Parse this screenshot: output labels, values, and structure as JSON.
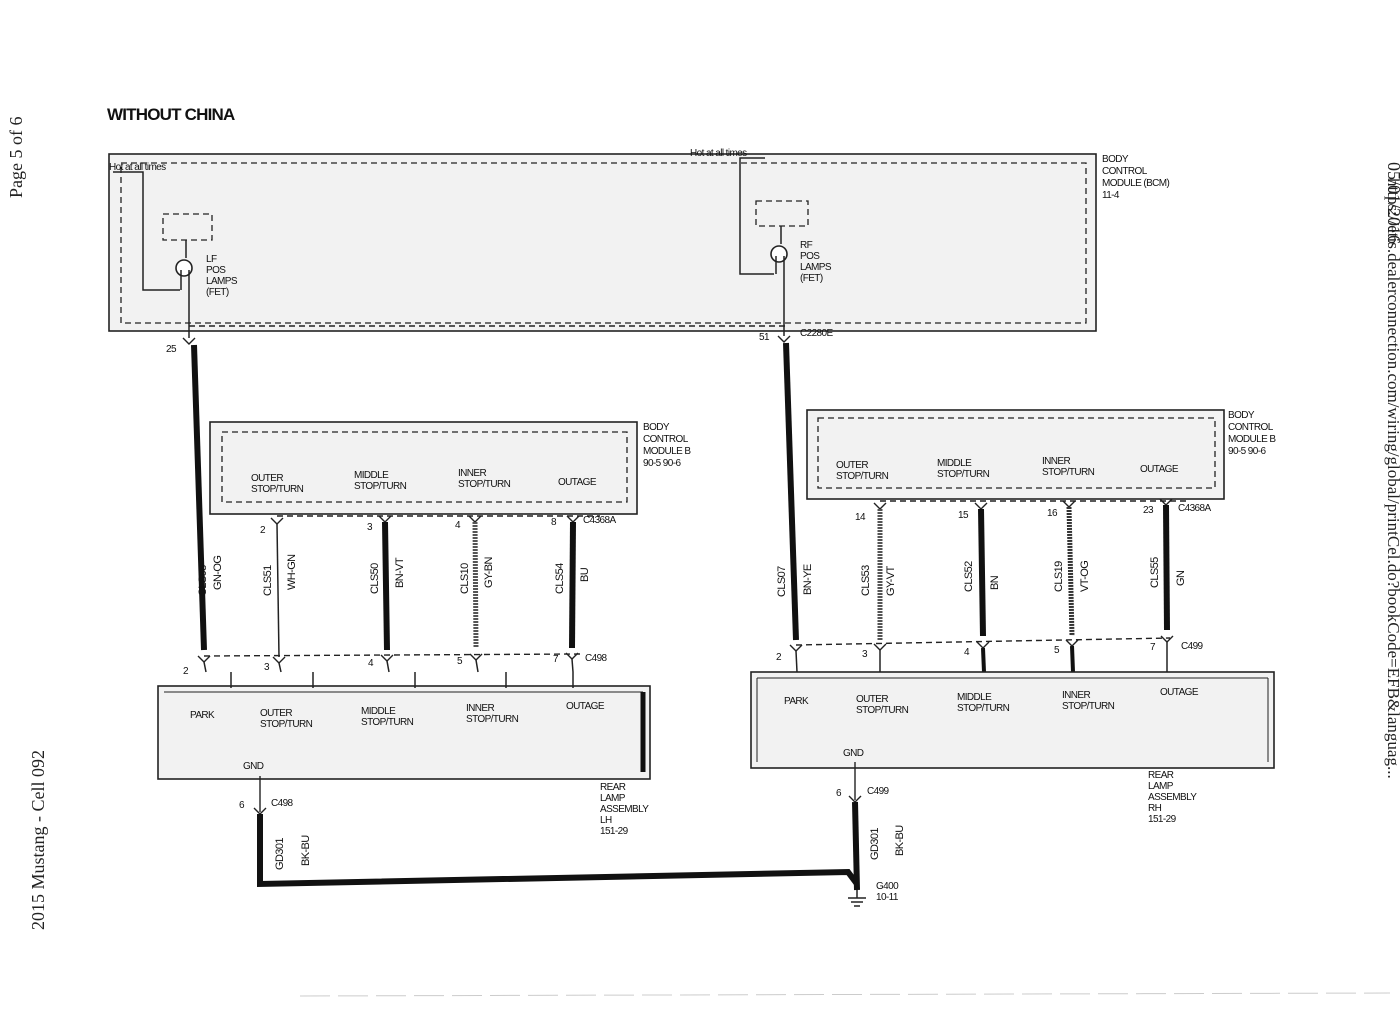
{
  "margins": {
    "left_top": "Page 5 of 6",
    "left_bottom": "2015 Mustang - Cell 092",
    "right_top": "05/01/2016",
    "right_bottom": "https://etis.dealerconnection.com/wiring/global/printCel.do?bookCode=EFB&languag..."
  },
  "title": "WITHOUT CHINA",
  "bcm_a": {
    "hot_left": "Hot at all times",
    "hot_right": "Hot at all times",
    "label": [
      "BODY",
      "CONTROL",
      "MODULE (BCM)",
      "11-4"
    ],
    "lf_fet": [
      "LF",
      "POS",
      "LAMPS",
      "(FET)"
    ],
    "rf_fet": [
      "RF",
      "POS",
      "LAMPS",
      "(FET)"
    ],
    "pin_left": "25",
    "pin_right": "51",
    "connector": "C2280E"
  },
  "bcm_b_left": {
    "label": [
      "BODY",
      "CONTROL",
      "MODULE B",
      "90-5     90-6"
    ],
    "outputs": [
      [
        "OUTER",
        "STOP/TURN"
      ],
      [
        "MIDDLE",
        "STOP/TURN"
      ],
      [
        "INNER",
        "STOP/TURN"
      ],
      [
        "OUTAGE"
      ]
    ],
    "pins": [
      "2",
      "3",
      "4",
      "8"
    ],
    "connector": "C4368A"
  },
  "bcm_b_right": {
    "label": [
      "BODY",
      "CONTROL",
      "MODULE B",
      "90-5     90-6"
    ],
    "outputs": [
      [
        "OUTER",
        "STOP/TURN"
      ],
      [
        "MIDDLE",
        "STOP/TURN"
      ],
      [
        "INNER",
        "STOP/TURN"
      ],
      [
        "OUTAGE"
      ]
    ],
    "pins": [
      "14",
      "15",
      "16",
      "23"
    ],
    "connector": "C4368A"
  },
  "wires_left": [
    {
      "circuit": "CLS08",
      "color": "GN-OG"
    },
    {
      "circuit": "CLS51",
      "color": "WH-GN"
    },
    {
      "circuit": "CLS50",
      "color": "BN-VT"
    },
    {
      "circuit": "CLS10",
      "color": "GY-BN"
    },
    {
      "circuit": "CLS54",
      "color": "BU"
    }
  ],
  "wires_right": [
    {
      "circuit": "CLS07",
      "color": "BN-YE"
    },
    {
      "circuit": "CLS53",
      "color": "GY-VT"
    },
    {
      "circuit": "CLS52",
      "color": "BN"
    },
    {
      "circuit": "CLS19",
      "color": "VT-OG"
    },
    {
      "circuit": "CLS55",
      "color": "GN"
    }
  ],
  "lamp_left": {
    "pins": [
      "2",
      "3",
      "4",
      "5",
      "7"
    ],
    "connector": "C498",
    "inputs": [
      [
        "PARK"
      ],
      [
        "OUTER",
        "STOP/TURN"
      ],
      [
        "MIDDLE",
        "STOP/TURN"
      ],
      [
        "INNER",
        "STOP/TURN"
      ],
      [
        "OUTAGE"
      ]
    ],
    "gnd": "GND",
    "gnd_pin": "6",
    "gnd_connector": "C498",
    "label": [
      "REAR",
      "LAMP",
      "ASSEMBLY",
      "LH",
      "151-29"
    ],
    "gnd_wire": {
      "circuit": "GD301",
      "color": "BK-BU"
    }
  },
  "lamp_right": {
    "pins": [
      "2",
      "3",
      "4",
      "5",
      "7"
    ],
    "connector": "C499",
    "inputs": [
      [
        "PARK"
      ],
      [
        "OUTER",
        "STOP/TURN"
      ],
      [
        "MIDDLE",
        "STOP/TURN"
      ],
      [
        "INNER",
        "STOP/TURN"
      ],
      [
        "OUTAGE"
      ]
    ],
    "gnd": "GND",
    "gnd_pin": "6",
    "gnd_connector": "C499",
    "label": [
      "REAR",
      "LAMP",
      "ASSEMBLY",
      "RH",
      "151-29"
    ],
    "gnd_wire": {
      "circuit": "GD301",
      "color": "BK-BU"
    }
  },
  "ground": {
    "id": "G400",
    "ref": "10-11"
  }
}
